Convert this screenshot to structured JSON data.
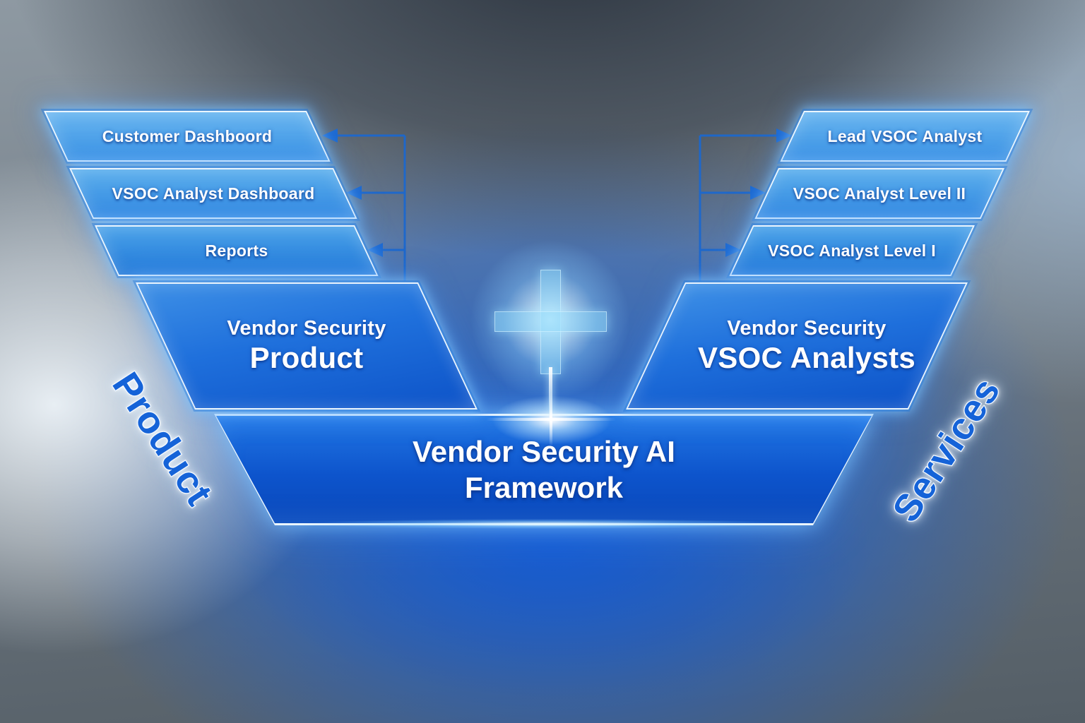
{
  "diagram_title": "Vendor Security AI Framework",
  "left": {
    "side_label": "Product",
    "items": [
      "Customer Dashboord",
      "VSOC Analyst Dashboard",
      "Reports"
    ],
    "main": {
      "line1": "Vendor Security",
      "line2": "Product"
    }
  },
  "right": {
    "side_label": "Services",
    "items": [
      "Lead VSOC Analyst",
      "VSOC Analyst Level II",
      "VSOC Analyst Level I"
    ],
    "main": {
      "line1": "Vendor Security",
      "line2": "VSOC Analysts"
    }
  },
  "base": {
    "line1": "Vendor Security AI",
    "line2": "Framework"
  },
  "colors": {
    "box_blue_light": "#68b5f0",
    "box_blue_dark": "#0d53c8",
    "border_white": "#f3faff",
    "arrow_blue": "#1c68ce",
    "side_label_blue": "#1563d8",
    "glow_cyan": "#aee2ff",
    "background_gray": "#7b8690"
  }
}
